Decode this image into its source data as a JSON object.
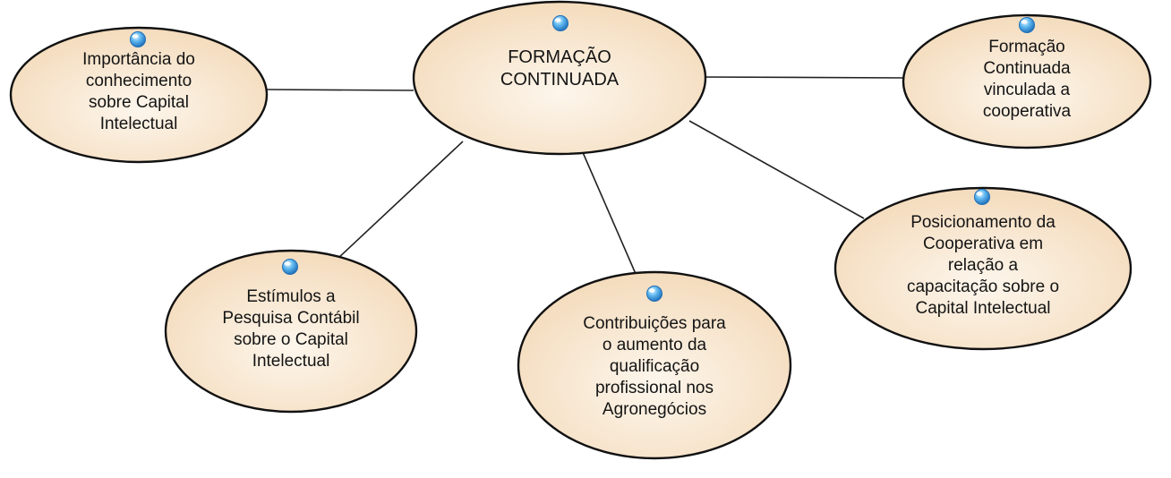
{
  "diagram": {
    "center": {
      "label": "FORMAÇÃO\nCONTINUADA"
    },
    "nodes": [
      {
        "id": "importancia",
        "label": "Importância do\nconhecimento\nsobre Capital\nIntelectual"
      },
      {
        "id": "formacao-vinculada",
        "label": "Formação\nContinuada\nvinculada a\ncooperativa"
      },
      {
        "id": "posicionamento",
        "label": "Posicionamento da\nCooperativa em\nrelação a\ncapacitação sobre o\nCapital Intelectual"
      },
      {
        "id": "contribuicoes",
        "label": "Contribuições para\no aumento da\nqualificação\nprofissional nos\nAgronegócios"
      },
      {
        "id": "estimulos",
        "label": "Estímulos a\nPesquisa Contábil\nsobre o Capital\nIntelectual"
      }
    ]
  },
  "colors": {
    "node_fill_light": "#fdf6ec",
    "node_fill_dark": "#f3d9b8",
    "node_stroke": "#111111",
    "connector": "#222222",
    "marker_light": "#e6f6ff",
    "marker_mid": "#5fb8f0",
    "marker_dark": "#1f6fb8"
  },
  "icons": {
    "node_marker": "blue-sphere-icon"
  }
}
